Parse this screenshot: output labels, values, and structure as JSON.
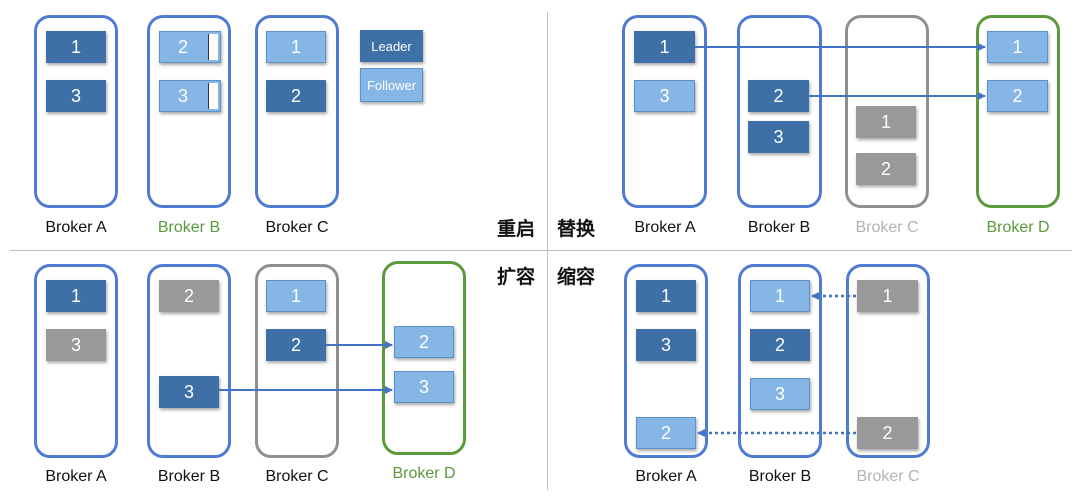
{
  "legend": {
    "leader": "Leader",
    "follower": "Follower",
    "leader_color": "#3e70a7",
    "follower_color": "#86b6e6",
    "offline_color": "#999999"
  },
  "scenarios": {
    "restart": "重启",
    "replace": "替换",
    "expand": "扩容",
    "shrink": "缩容"
  },
  "panels": {
    "restart": {
      "brokers": [
        {
          "label": "Broker A",
          "partitions": [
            "1",
            "3"
          ]
        },
        {
          "label": "Broker B",
          "partitions": [
            "2",
            "3"
          ]
        },
        {
          "label": "Broker C",
          "partitions": [
            "1",
            "2"
          ]
        }
      ]
    },
    "replace": {
      "brokers": [
        {
          "label": "Broker A",
          "partitions": [
            "1",
            "3"
          ]
        },
        {
          "label": "Broker B",
          "partitions": [
            "2",
            "3"
          ]
        },
        {
          "label": "Broker C",
          "partitions": [
            "1",
            "2"
          ]
        },
        {
          "label": "Broker D",
          "partitions": [
            "1",
            "2"
          ]
        }
      ]
    },
    "expand": {
      "brokers": [
        {
          "label": "Broker A",
          "partitions": [
            "1",
            "3"
          ]
        },
        {
          "label": "Broker B",
          "partitions": [
            "2",
            "3"
          ]
        },
        {
          "label": "Broker C",
          "partitions": [
            "1",
            "2"
          ]
        },
        {
          "label": "Broker D",
          "partitions": [
            "2",
            "3"
          ]
        }
      ]
    },
    "shrink": {
      "brokers": [
        {
          "label": "Broker A",
          "partitions": [
            "1",
            "3",
            "2"
          ]
        },
        {
          "label": "Broker B",
          "partitions": [
            "1",
            "2",
            "3"
          ]
        },
        {
          "label": "Broker C",
          "partitions": [
            "1",
            "2"
          ]
        }
      ]
    }
  }
}
